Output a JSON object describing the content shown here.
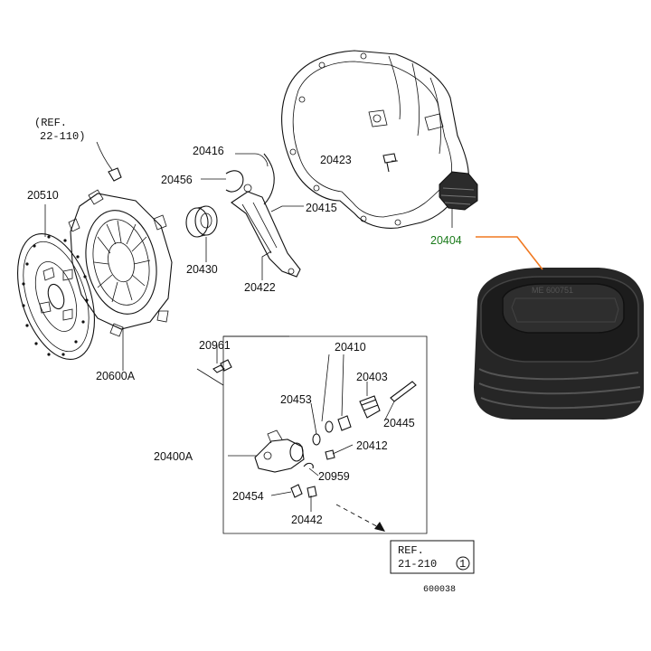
{
  "ref_top": {
    "line1": "(REF.",
    "line2": "22-110)"
  },
  "ref_bottom": {
    "line1": "REF.",
    "line2": "21-210",
    "circled": "1"
  },
  "drawing_number": "600038",
  "boot_marking": "ME 600751",
  "callouts": {
    "p20510": "20510",
    "p20600A": "20600A",
    "p20416": "20416",
    "p20456": "20456",
    "p20430": "20430",
    "p20422": "20422",
    "p20415": "20415",
    "p20423": "20423",
    "p20404": "20404",
    "p20961": "20961",
    "p20410": "20410",
    "p20403": "20403",
    "p20453": "20453",
    "p20445": "20445",
    "p20412": "20412",
    "p20400A": "20400A",
    "p20959": "20959",
    "p20454": "20454",
    "p20442": "20442"
  },
  "colors": {
    "highlight_label": "#1a7a1a",
    "leader_highlight": "#f07820",
    "boot": "#262626"
  }
}
